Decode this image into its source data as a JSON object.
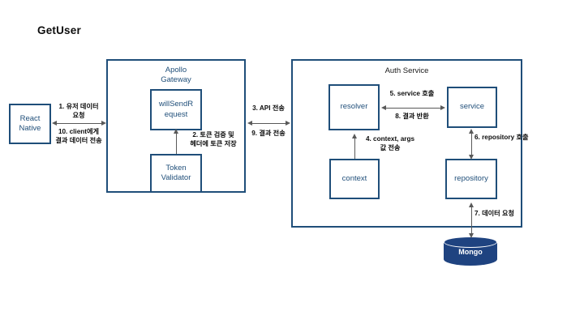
{
  "page": {
    "title": "GetUser"
  },
  "containers": [
    {
      "name": "apollo-gateway",
      "label": "Apollo\nGateway"
    },
    {
      "name": "auth-service",
      "label": "Auth Service"
    }
  ],
  "nodes": {
    "react_native": "React\nNative",
    "will_send_request": "willSendR\nequest",
    "token_validator": "Token\nValidator",
    "resolver": "resolver",
    "service": "service",
    "context": "context",
    "repository": "repository",
    "mongo": "Mongo"
  },
  "edges": {
    "e1": "1. 유저 데이터\n요청",
    "e10": "10. client에게\n결과 데이터 전송",
    "e2": "2. 토큰 검증 및\n헤더에 토큰 저장",
    "e3": "3. API 전송",
    "e9": "9. 결과 전송",
    "e5": "5. service 호출",
    "e8": "8. 결과 반환",
    "e4": "4. context, args\n값 전송",
    "e6": "6. repository 호출",
    "e7": "7. 데이터 요청"
  },
  "colors": {
    "stroke_blue": "#1F4E79",
    "text_blue": "#1F4E79",
    "arrow_gray": "#595959",
    "mongo_fill": "#1F4380",
    "title_black": "#0d0d0d",
    "background": "#ffffff"
  }
}
